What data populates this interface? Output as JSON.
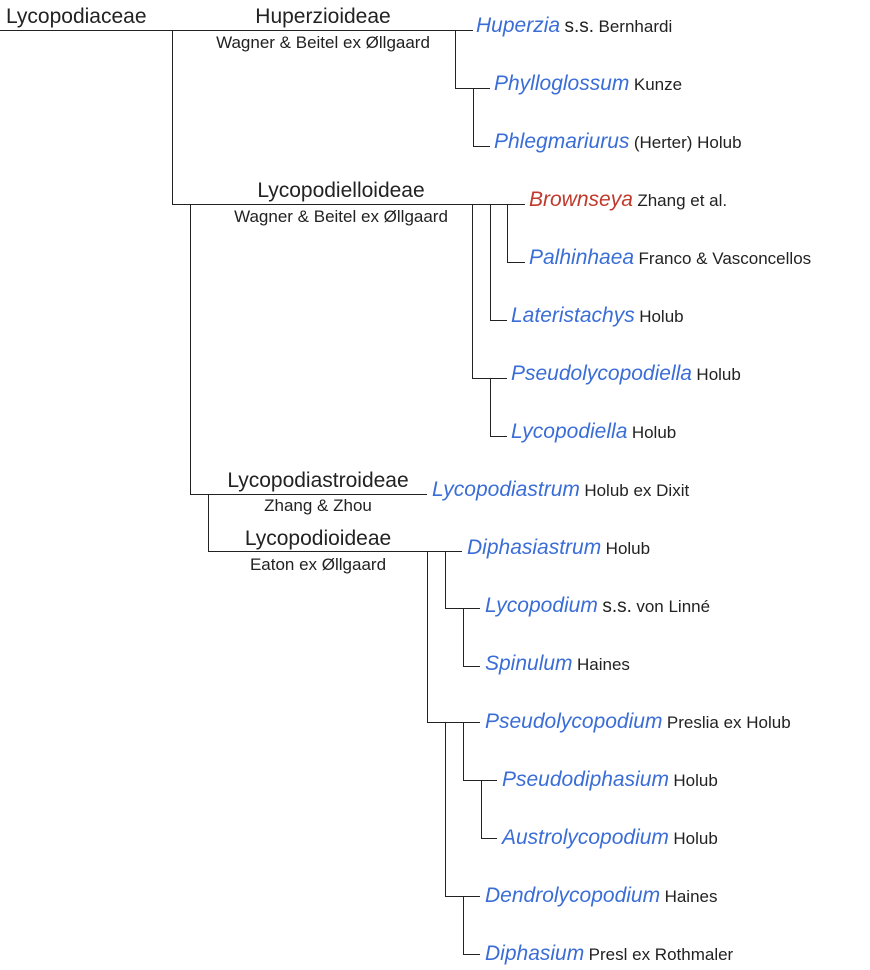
{
  "family": "Lycopodiaceae",
  "subfamilies": [
    {
      "name": "Huperzioideae",
      "author": "Wagner & Beitel ex Øllgaard"
    },
    {
      "name": "Lycopodielloideae",
      "author": "Wagner & Beitel ex Øllgaard"
    },
    {
      "name": "Lycopodiastroideae",
      "author": "Zhang & Zhou"
    },
    {
      "name": "Lycopodioideae",
      "author": "Eaton ex Øllgaard"
    }
  ],
  "genera": [
    {
      "genus": "Huperzia",
      "qual": "s.s.",
      "author": "Bernhardi"
    },
    {
      "genus": "Phylloglossum",
      "qual": "",
      "author": "Kunze"
    },
    {
      "genus": "Phlegmariurus",
      "qual": "",
      "author": "(Herter) Holub"
    },
    {
      "genus": "Brownseya",
      "qual": "",
      "author": "Zhang et al."
    },
    {
      "genus": "Palhinhaea",
      "qual": "",
      "author": "Franco & Vasconcellos"
    },
    {
      "genus": "Lateristachys",
      "qual": "",
      "author": "Holub"
    },
    {
      "genus": "Pseudolycopodiella",
      "qual": "",
      "author": "Holub"
    },
    {
      "genus": "Lycopodiella",
      "qual": "",
      "author": "Holub"
    },
    {
      "genus": "Lycopodiastrum",
      "qual": "",
      "author": "Holub ex Dixit"
    },
    {
      "genus": "Diphasiastrum",
      "qual": "",
      "author": "Holub"
    },
    {
      "genus": "Lycopodium",
      "qual": "s.s.",
      "author": "von Linné"
    },
    {
      "genus": "Spinulum",
      "qual": "",
      "author": "Haines"
    },
    {
      "genus": "Pseudolycopodium",
      "qual": "",
      "author": "Preslia ex Holub"
    },
    {
      "genus": "Pseudodiphasium",
      "qual": "",
      "author": "Holub"
    },
    {
      "genus": "Austrolycopodium",
      "qual": "",
      "author": "Holub"
    },
    {
      "genus": "Dendrolycopodium",
      "qual": "",
      "author": "Haines"
    },
    {
      "genus": "Diphasium",
      "qual": "",
      "author": "Presl ex Rothmaler"
    }
  ],
  "colors": {
    "genus": "#3a6dd6",
    "highlight": "#c0392b",
    "line": "#222222"
  }
}
